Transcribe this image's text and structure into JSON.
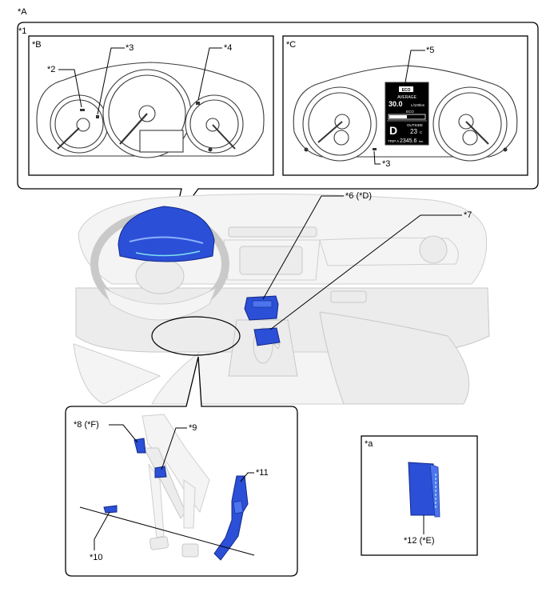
{
  "labels": {
    "a_upper": "*A",
    "n1": "*1",
    "b": "*B",
    "c": "*C",
    "n2": "*2",
    "n3_left": "*3",
    "n3_right": "*3",
    "n4": "*4",
    "n5": "*5",
    "n6": "*6 (*D)",
    "n7": "*7",
    "n8": "*8 (*F)",
    "n9": "*9",
    "n10": "*10",
    "n11": "*11",
    "a_lower": "*a",
    "n12": "*12 (*E)"
  },
  "display": {
    "eco_badge": "ECO",
    "average_label": "AVERAGE",
    "average_value": "30.0",
    "average_unit": "L/100km",
    "eco_bar_label": "ECO",
    "gear": "D",
    "outside_label": "OUTSIDE",
    "outside_temp": "23",
    "outside_unit": "C",
    "trip_label": "TRIP A",
    "trip_value": "2345.6",
    "trip_unit": "km"
  },
  "colors": {
    "highlight_blue": "#2b4fd6",
    "highlight_dark": "#132a8a",
    "ghost_gray": "#e8e8e8",
    "lcd_background": "#000000"
  }
}
